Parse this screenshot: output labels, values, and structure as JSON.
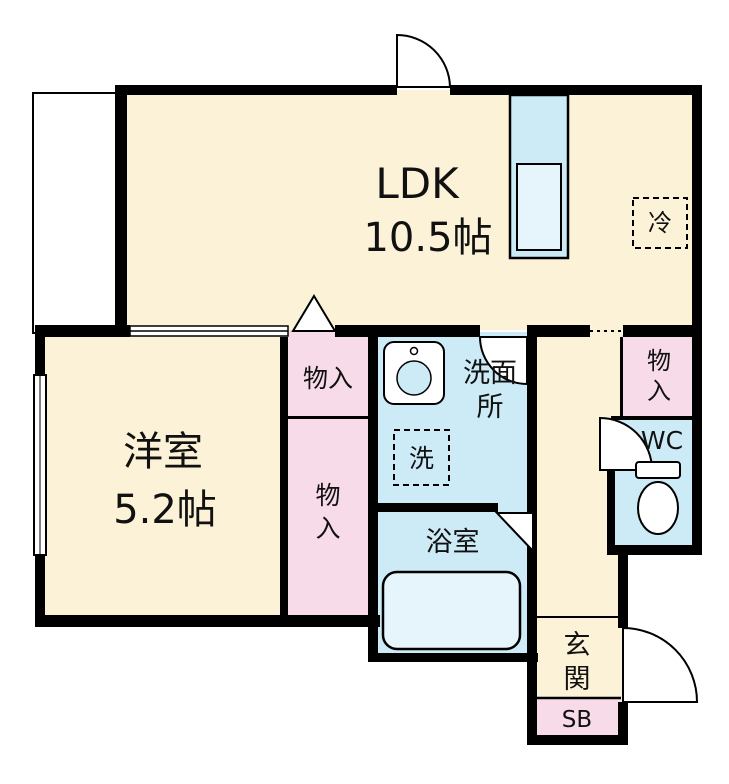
{
  "plan": {
    "rooms": {
      "ldk": {
        "label": "LDK",
        "size": "10.5帖"
      },
      "bedroom": {
        "label": "洋室",
        "size": "5.2帖"
      },
      "washroom": {
        "label": "洗面\n所"
      },
      "bathroom": {
        "label": "浴室"
      },
      "wc": {
        "label": "WC"
      },
      "entrance": {
        "label": "玄\n関"
      },
      "shoe_box": {
        "label": "SB"
      },
      "closet_ldk": {
        "label": "物入"
      },
      "closet_bedroom": {
        "label": "物\n入"
      },
      "closet_hall": {
        "label": "物\n入"
      }
    },
    "fixtures": {
      "refrigerator": {
        "label": "冷"
      },
      "washing_machine": {
        "label": "洗"
      }
    },
    "colors": {
      "room": "#FBF2D7",
      "closet": "#F8DBE8",
      "water": "#CDEBF7",
      "tub": "#E6F5FC",
      "wall": "#000000"
    }
  }
}
